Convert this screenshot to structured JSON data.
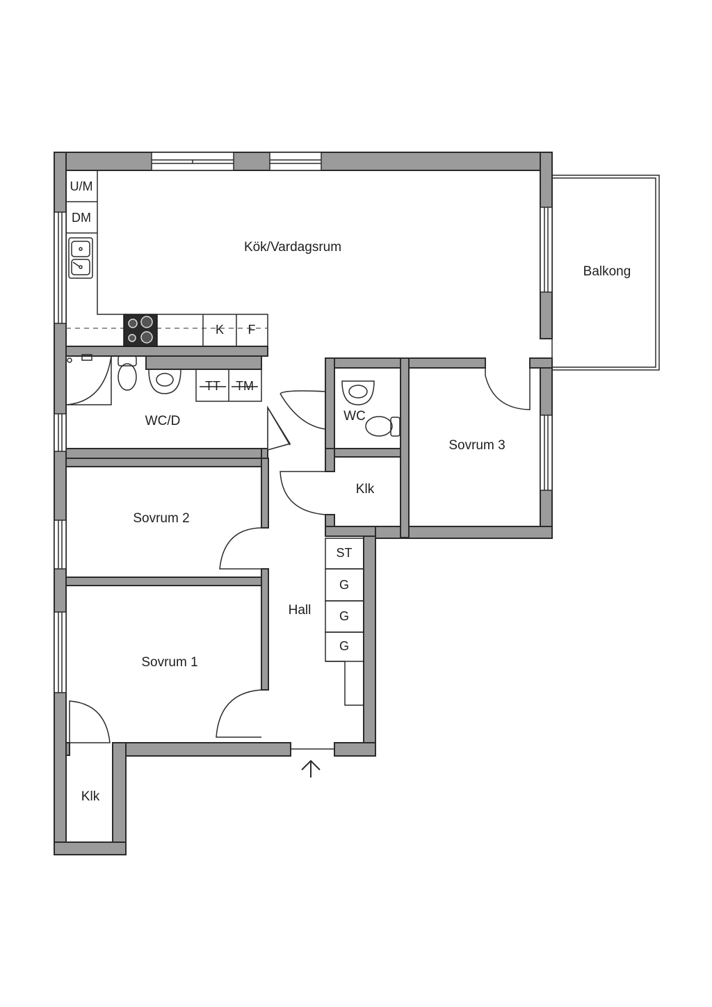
{
  "rooms": {
    "kitchen_living": "Kök/Vardagsrum",
    "balcony": "Balkong",
    "wc_d": "WC/D",
    "wc": "WC",
    "closet_mid": "Klk",
    "bedroom3": "Sovrum 3",
    "bedroom2": "Sovrum 2",
    "hall": "Hall",
    "bedroom1": "Sovrum 1",
    "closet_bottom": "Klk"
  },
  "fixtures": {
    "um": "U/M",
    "dm": "DM",
    "k": "K",
    "f": "F",
    "tt": "TT",
    "tm": "TM",
    "st": "ST",
    "g1": "G",
    "g2": "G",
    "g3": "G"
  },
  "icons": {
    "entrance": "entrance-arrow-icon",
    "sink": "double-sink-icon",
    "stove": "stove-icon",
    "toilet": "toilet-icon",
    "washbasin": "washbasin-icon",
    "shower": "shower-icon"
  },
  "colors": {
    "wall": "#9b9b9b",
    "outline": "#2b2b2b",
    "background": "#ffffff"
  }
}
